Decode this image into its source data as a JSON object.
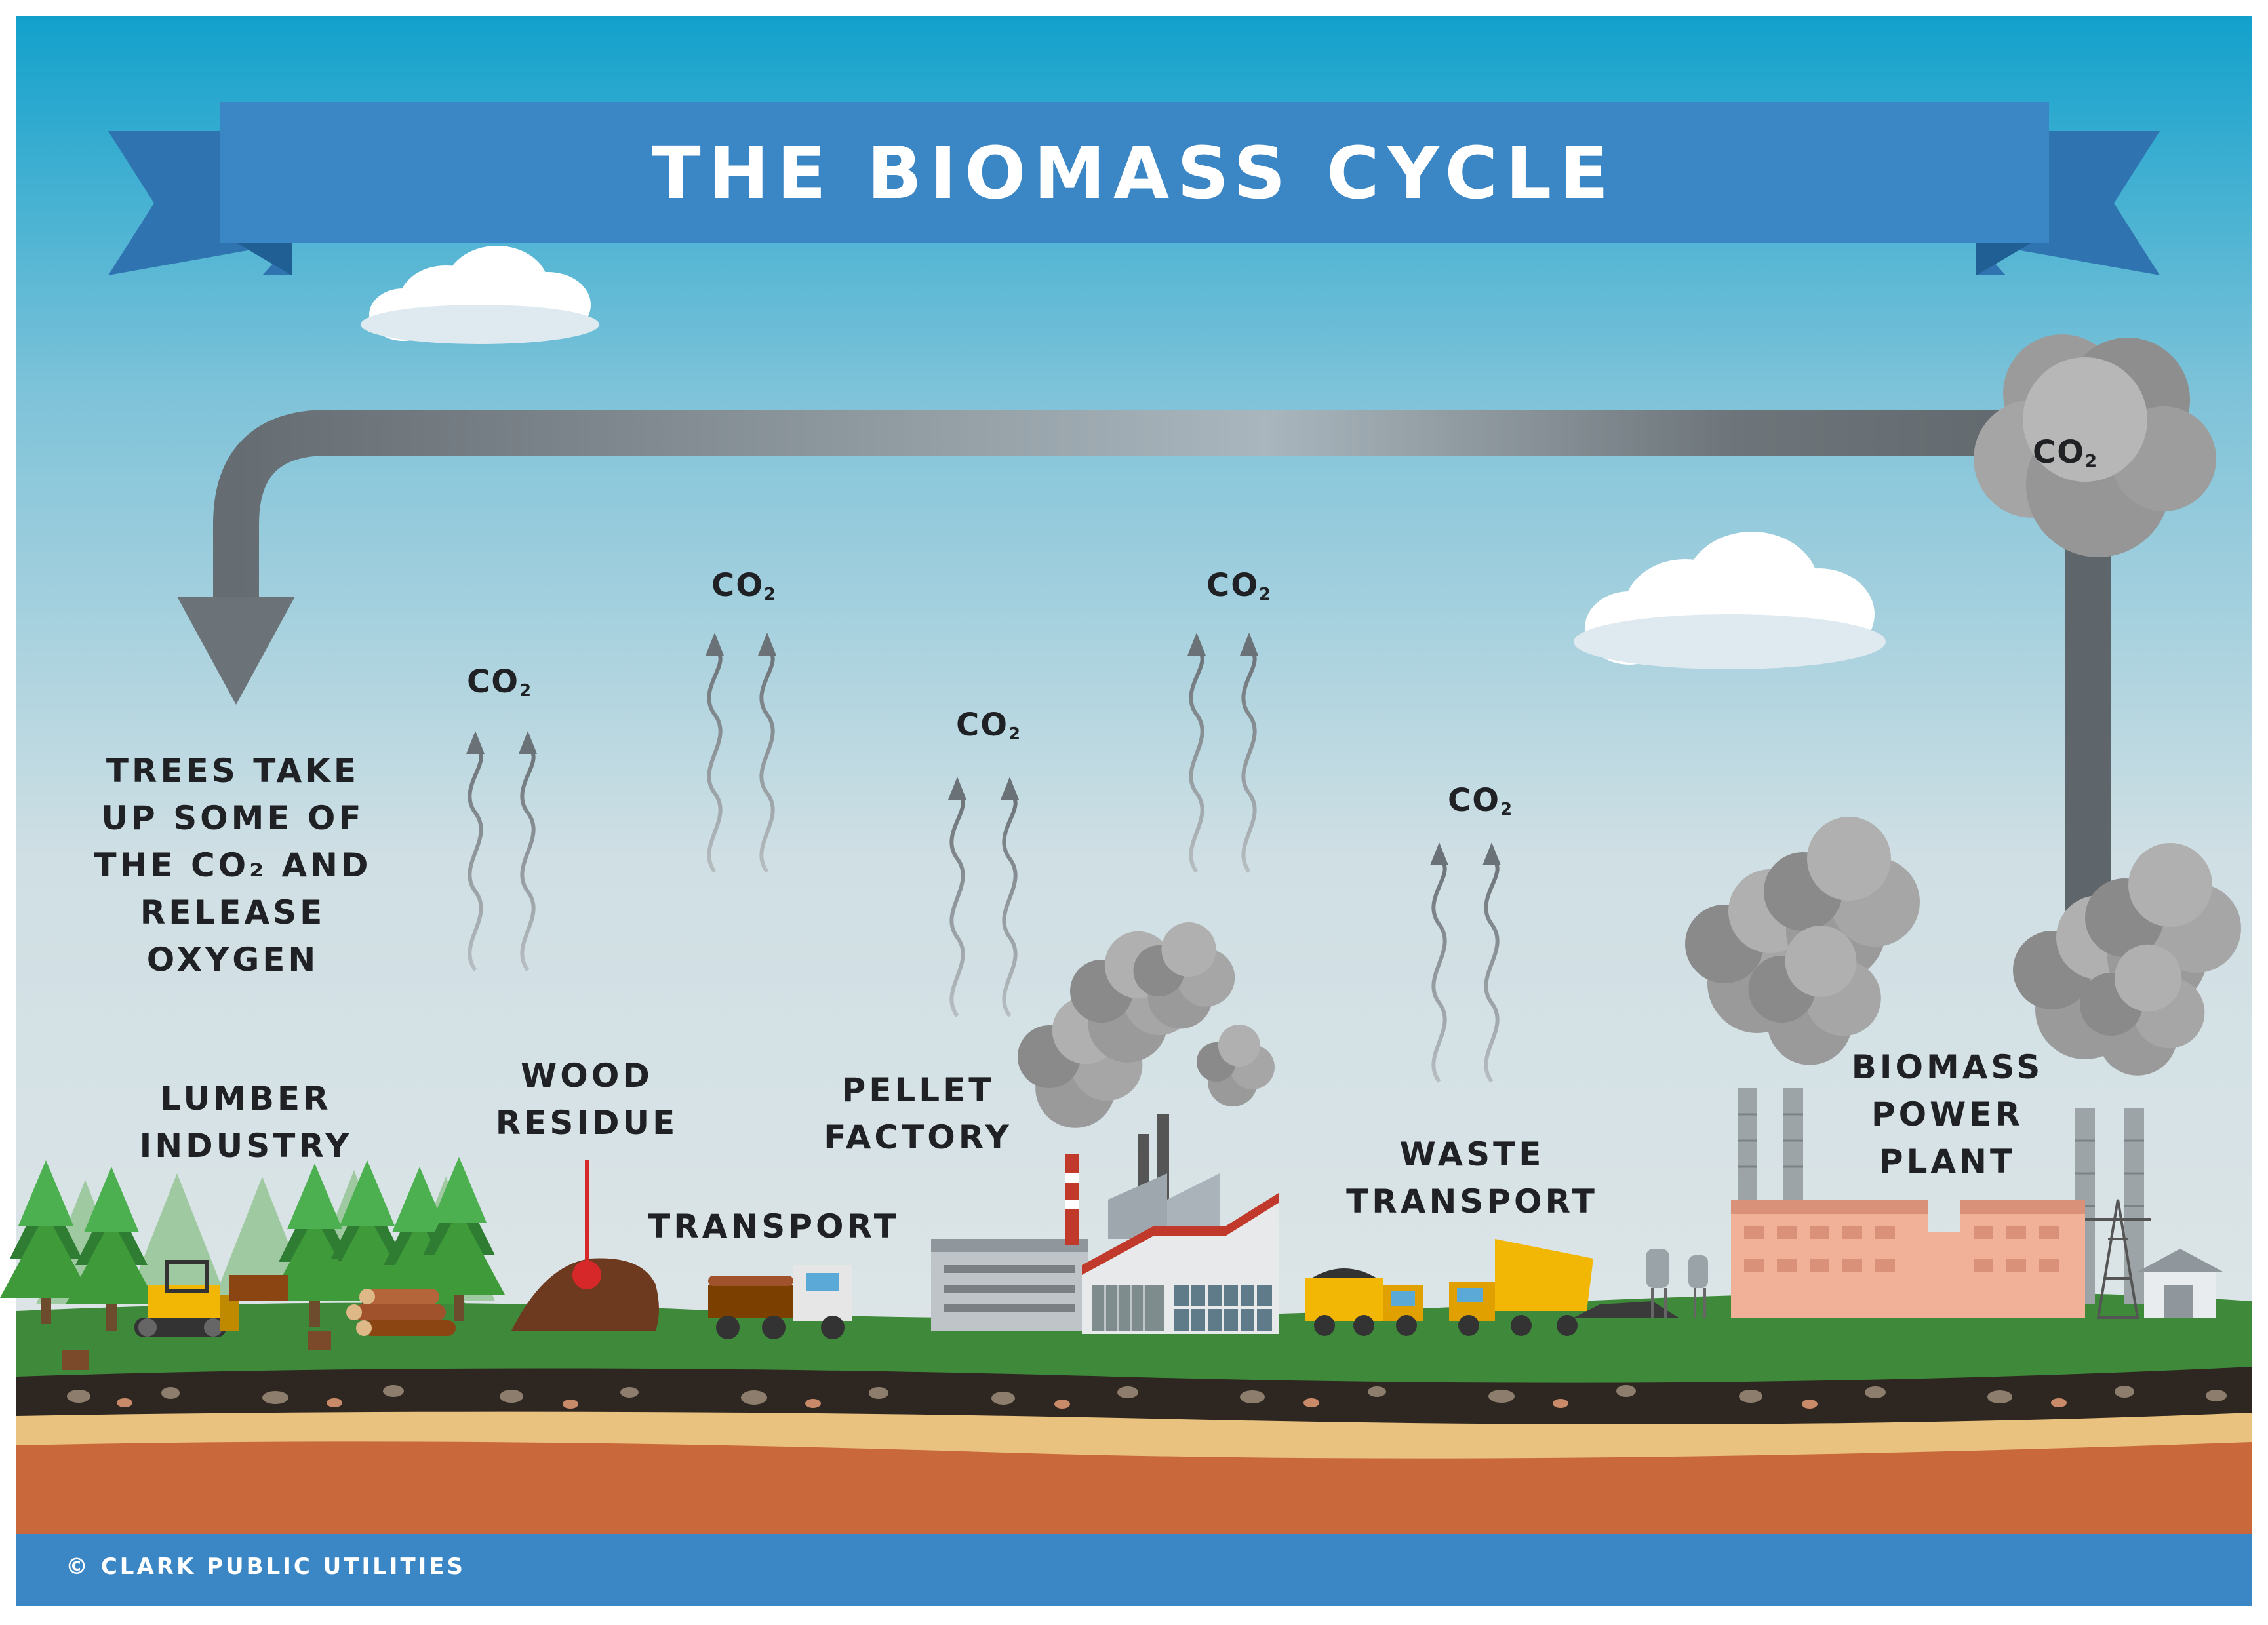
{
  "title": "THE BIOMASS CYCLE",
  "co2_label": "CO",
  "co2_sub": "2",
  "trees_label": [
    "TREES TAKE",
    "UP SOME OF",
    "THE CO₂ AND",
    "RELEASE",
    "OXYGEN"
  ],
  "stages": {
    "lumber": [
      "LUMBER",
      "INDUSTRY"
    ],
    "wood_residue": [
      "WOOD",
      "RESIDUE"
    ],
    "transport": [
      "TRANSPORT"
    ],
    "pellet_factory": [
      "PELLET",
      "FACTORY"
    ],
    "waste_transport": [
      "WASTE",
      "TRANSPORT"
    ],
    "power_plant": [
      "BIOMASS",
      "POWER",
      "PLANT"
    ]
  },
  "footer": "© CLARK PUBLIC UTILITIES",
  "colors": {
    "sky_top": "#12a1cc",
    "sky_bottom": "#dfe6e8",
    "banner": "#3b86c4",
    "banner_dark": "#1f5f94",
    "arrow": "#6c7378",
    "grass": "#3f8a3a",
    "soil": "#2e2620",
    "sand": "#e9c27f",
    "clay": "#c9683a",
    "footer_bar": "#3b86c4",
    "smoke": "#8f8f8f"
  },
  "icons": [
    "cloud-icon",
    "smoke-cloud-icon",
    "tree-icon",
    "bulldozer-icon",
    "log-truck-icon",
    "factory-icon",
    "dump-truck-icon",
    "power-plant-icon",
    "silo-icon",
    "arrow-icon"
  ]
}
